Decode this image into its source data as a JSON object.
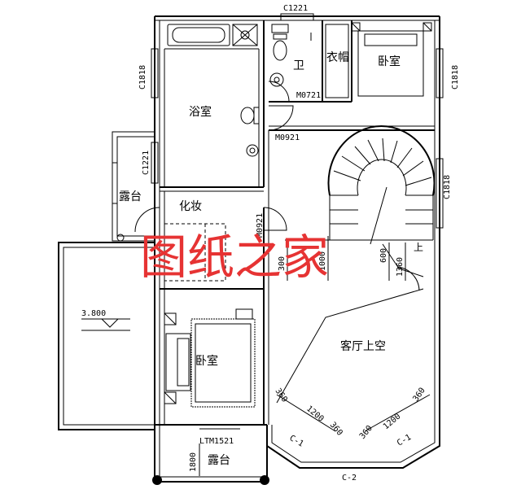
{
  "rooms": {
    "bath": "浴室",
    "wc": "卫",
    "wardrobe": "衣帽",
    "bedroom_top": "卧室",
    "terrace_left": "露台",
    "vanity": "化妆",
    "bedroom_bottom": "卧室",
    "living_void": "客厅上空",
    "terrace_bottom": "露台"
  },
  "windows": {
    "top": "C1221",
    "left_top": "C1818",
    "right_top": "C1818",
    "left_mid": "C1221",
    "right_stair": "C1818",
    "bay_left": "C-1",
    "bay_right": "C-1",
    "bay_bottom": "C-2"
  },
  "doors": {
    "wc": "M0721",
    "bath": "M0921",
    "vanity": "M0921",
    "terrace": "LTM1521"
  },
  "elevation": "3.800",
  "up_mark": "上",
  "dimensions": {
    "d300": "300",
    "d1000": "1000",
    "d600": "600",
    "d1360": "1360",
    "bay_l1": "360",
    "bay_l2": "1200",
    "bay_l3": "360",
    "bay_r1": "360",
    "bay_r2": "1200",
    "bay_r3": "360",
    "terrace_depth": "1800"
  },
  "watermark": "图纸之家"
}
